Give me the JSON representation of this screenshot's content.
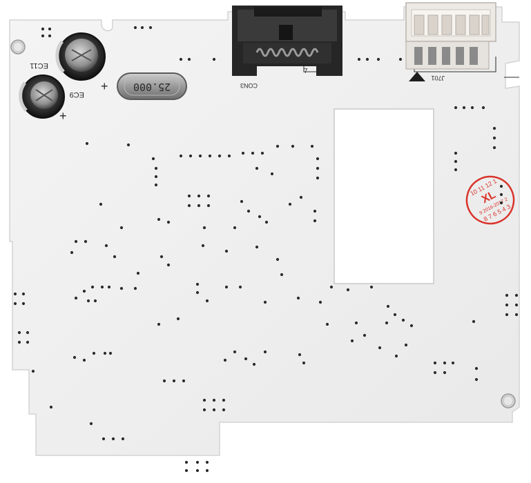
{
  "board": {
    "pcb_color": "#f1f1f1",
    "connector_con3_label": "CON3",
    "connector_con3_pin_mark": "7",
    "connector_j701_label": "J701",
    "crystal_marking": "25.000",
    "capacitor_large_label": "EC11",
    "capacitor_small_label": "EC9",
    "plus_sign": "+",
    "stamp": {
      "color": "#d9332a",
      "numbers_top": "10 11 12 1",
      "numbers_mid": "9 2016-2017 2",
      "numbers_bottom": "8 7 6 5 4 3",
      "mark": "XL"
    }
  }
}
